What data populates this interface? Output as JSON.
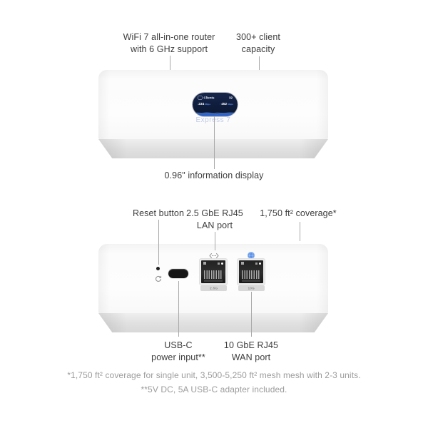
{
  "front_view": {
    "callout_wifi": {
      "line1": "WiFi 7 all-in-one router",
      "line2": "with 6 GHz support"
    },
    "callout_clients": {
      "line1": "300+ client",
      "line2": "capacity"
    },
    "callout_display": "0.96\" information display",
    "device": {
      "model_label": "Express 7",
      "screen": {
        "clients_label": "Clients",
        "clients_value": "32",
        "download_arrow": "↓",
        "download_value": "234",
        "download_unit": "Mbps",
        "upload_arrow": "↑",
        "upload_value": "452",
        "upload_unit": "Mbps"
      }
    }
  },
  "back_view": {
    "callout_reset": "Reset button",
    "callout_lan": {
      "line1": "2.5 GbE RJ45",
      "line2": "LAN port"
    },
    "callout_coverage": "1,750 ft² coverage*",
    "callout_usbc": {
      "line1": "USB-C",
      "line2": "power input**"
    },
    "callout_wan": {
      "line1": "10 GbE RJ45",
      "line2": "WAN port"
    },
    "device": {
      "lan_port_badge": "2.5G",
      "wan_port_badge": "10G"
    },
    "icons": {
      "lan_icon": "left-right-arrows",
      "wan_icon": "globe",
      "reset_icon": "circular-reset-arrow"
    }
  },
  "footnotes": {
    "line1": "*1,750 ft² coverage for single unit, 3,500-5,250 ft² mesh mesh with 2-3 units.",
    "line2": "**5V DC, 5A USB-C adapter included."
  },
  "colors": {
    "label_text": "#3d3d3d",
    "footnote_text": "#9c9c9c",
    "callout_line": "#a8a8a8",
    "screen_bg": "#0f1d3c",
    "screen_accent": "#5f8ce8",
    "model_label": "#c2cce6",
    "globe_icon": "#5b90e8"
  }
}
